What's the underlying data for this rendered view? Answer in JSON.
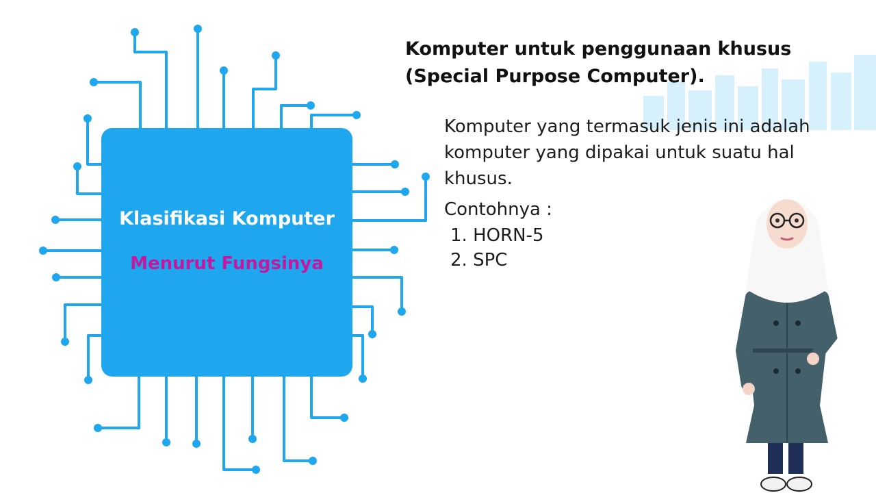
{
  "chip": {
    "title": "Klasifikasi Komputer",
    "subtitle": "Menurut Fungsinya",
    "color": "#1ea7ee",
    "subtitle_color": "#c4199f"
  },
  "content": {
    "heading_line1": "Komputer untuk penggunaan khusus",
    "heading_line2": "(Special Purpose Computer).",
    "description_line1": "Komputer yang termasuk jenis ini adalah",
    "description_line2": "komputer yang dipakai untuk suatu hal",
    "description_line3": "khusus.",
    "examples_label": "Contohnya :",
    "examples": [
      "1. HORN-5",
      "2. SPC"
    ]
  },
  "icons": {
    "circuit": "circuit-board-icon",
    "skyline": "city-skyline-icon",
    "avatar": "teacher-avatar-icon"
  }
}
